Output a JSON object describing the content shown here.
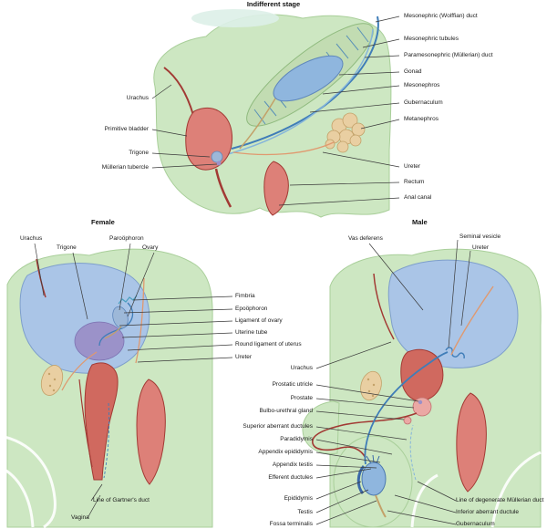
{
  "indifferent": {
    "title": "Indifferent stage",
    "left_labels": [
      "Urachus",
      "Primitive bladder",
      "Trigone",
      "Müllerian tubercle"
    ],
    "right_labels": [
      "Mesonephric (Wolffian) duct",
      "Mesonephric tubules",
      "Paramesonephric (Müllerian) duct",
      "Gonad",
      "Mesonephros",
      "Gubernaculum",
      "Metanephros",
      "Ureter",
      "Rectum",
      "Anal canal"
    ]
  },
  "female": {
    "title": "Female",
    "top_labels": [
      "Urachus",
      "Trigone",
      "Paroöphoron",
      "Ovary"
    ],
    "right_labels": [
      "Fimbria",
      "Epoöphoron",
      "Ligament of ovary",
      "Uterine tube",
      "Round ligament of uterus",
      "Ureter"
    ],
    "bottom_labels": [
      "Line of Gartner's duct",
      "Vagina"
    ]
  },
  "male": {
    "title": "Male",
    "top_labels": [
      "Vas deferens",
      "Seminal vesicle",
      "Ureter"
    ],
    "left_labels": [
      "Urachus",
      "Prostatic utricle",
      "Prostate",
      "Bulbo-urethral gland",
      "Superior aberrant ductules",
      "Paradidymis",
      "Appendix epididymis",
      "Appendix testis",
      "Efferent ductules",
      "Epididymis",
      "Testis",
      "Fossa terminalis"
    ],
    "right_labels": [
      "Line of degenerate Müllerian duct",
      "Inferior aberrant ductule",
      "Gubernaculum"
    ]
  },
  "colors": {
    "body_green": "#cde7c2",
    "bladder_blue": "#aac5e7",
    "organ_red": "#d0695f",
    "duct_blue": "#3f7db8",
    "tan": "#e9cfa2",
    "purple": "#9b90c8"
  }
}
